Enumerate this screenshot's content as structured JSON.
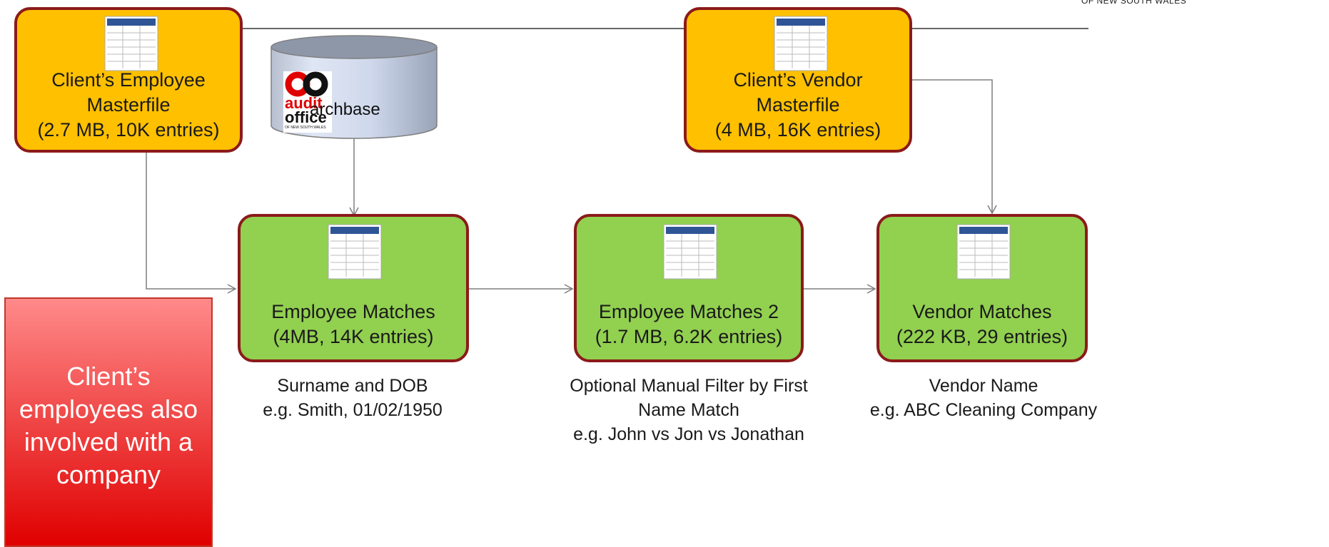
{
  "header": {
    "brand_text": "OF NEW SOUTH WALES"
  },
  "database": {
    "label": "archbase",
    "logo": {
      "line1": "audit",
      "line2": "office",
      "line3": "OF NEW SOUTH WALES"
    }
  },
  "nodes": {
    "employee_masterfile": {
      "label": "Client’s Employee\nMasterfile\n(2.7 MB, 10K entries)"
    },
    "vendor_masterfile": {
      "label": "Client’s Vendor\nMasterfile\n(4 MB, 16K entries)"
    },
    "employee_matches": {
      "label": "Employee Matches\n(4MB, 14K entries)"
    },
    "employee_matches_2": {
      "label": "Employee Matches 2\n(1.7 MB, 6.2K entries)"
    },
    "vendor_matches": {
      "label": "Vendor Matches\n(222 KB, 29 entries)"
    }
  },
  "captions": {
    "surname_dob": "Surname and DOB\ne.g. Smith, 01/02/1950",
    "first_name_filter": "Optional Manual Filter by First\nName Match\ne.g. John vs Jon vs Jonathan",
    "vendor_name": "Vendor Name\ne.g. ABC Cleaning Company"
  },
  "note": {
    "text": "Client’s\nemployees also\ninvolved with a\ncompany"
  },
  "colors": {
    "source_fill": "#ffc000",
    "result_fill": "#92d050",
    "node_border": "#8b1a1a",
    "note_fill": "#ff0000",
    "connector": "#7f7f7f"
  },
  "icons": [
    "table-icon",
    "database-cylinder-icon",
    "audit-office-logo"
  ]
}
